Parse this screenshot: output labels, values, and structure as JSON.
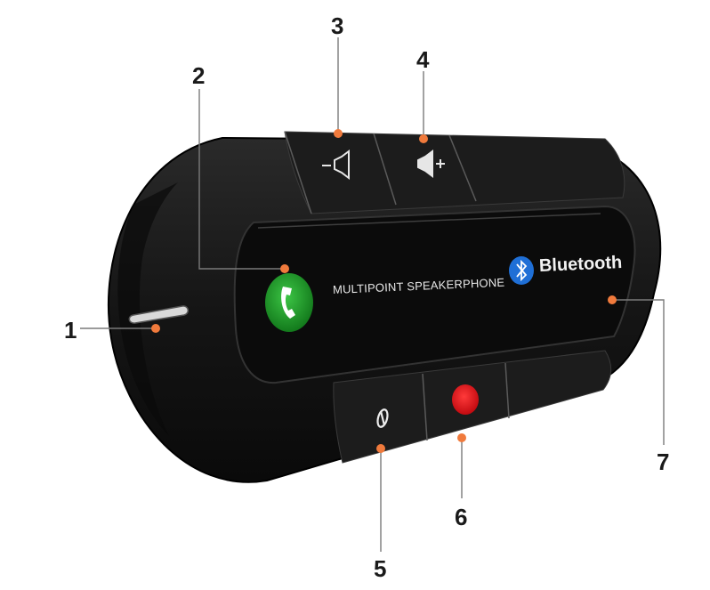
{
  "device": {
    "brand_text": "MULTIPOINT SPEAKERPHONE",
    "bluetooth_text": "Bluetooth",
    "colors": {
      "body": "#141414",
      "panel": "#0c0c0c",
      "call_button": "#1f9a2a",
      "end_button": "#e8141a",
      "marker": "#f07a3c",
      "bluetooth_logo": "#1f6fd6"
    }
  },
  "callouts": [
    {
      "num": "1",
      "target": "microphone"
    },
    {
      "num": "2",
      "target": "call-button"
    },
    {
      "num": "3",
      "target": "volume-down-button"
    },
    {
      "num": "4",
      "target": "volume-up-button"
    },
    {
      "num": "5",
      "target": "power-button"
    },
    {
      "num": "6",
      "target": "end-call-button"
    },
    {
      "num": "7",
      "target": "status-led"
    }
  ],
  "icons": {
    "call": "phone-handset-icon",
    "volume_down": "speaker-minus-icon",
    "volume_up": "speaker-plus-icon",
    "power": "power-icon",
    "bluetooth": "bluetooth-icon"
  }
}
